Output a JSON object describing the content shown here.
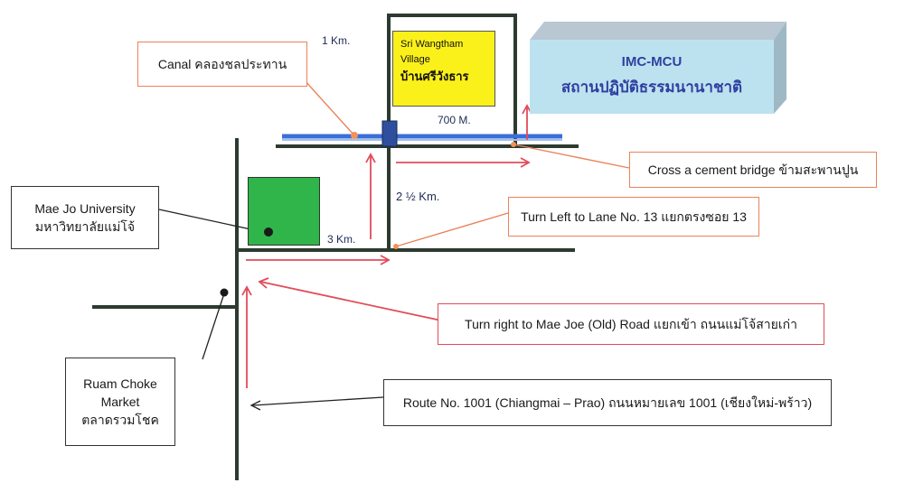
{
  "colors": {
    "road": "#2d3a30",
    "canal": "#3a6fd8",
    "arrow_red": "#e24b5a",
    "leader_orange": "#e9835a",
    "village": "#fbf11a",
    "imc_building": "#bde2ef",
    "university": "#2fb54a",
    "bridge": "#2f4f9e"
  },
  "distances": {
    "canal_1km": "1 Km.",
    "seg_700m": "700 M.",
    "seg_2_5km": "2 ½ Km.",
    "seg_3km": "3 Km."
  },
  "village": {
    "line1": "Sri Wangtham",
    "line2": "Village",
    "thai": "บ้านศรีวังธาร"
  },
  "imc": {
    "name": "IMC-MCU",
    "thai": "สถานปฏิบัติธรรมนานาชาติ"
  },
  "callouts": {
    "canal": "Canal  คลองชลประทาน",
    "bridge": "Cross a cement bridge ข้ามสะพานปูน",
    "lane13": "Turn Left to Lane No. 13 แยกตรงซอย 13",
    "maejo_road": "Turn right to Mae Joe (Old) Road  แยกเข้า ถนนแม่โจ้สายเก่า",
    "route1001": "Route No. 1001 (Chiangmai – Prao) ถนนหมายเลข 1001 (เชียงใหม่-พร้าว)"
  },
  "university": {
    "en": "Mae Jo University",
    "th": "มหาวิทยาลัยแม่โจ้"
  },
  "market": {
    "line1": "Ruam Choke",
    "line2": "Market",
    "th": "ตลาดรวมโชค"
  }
}
